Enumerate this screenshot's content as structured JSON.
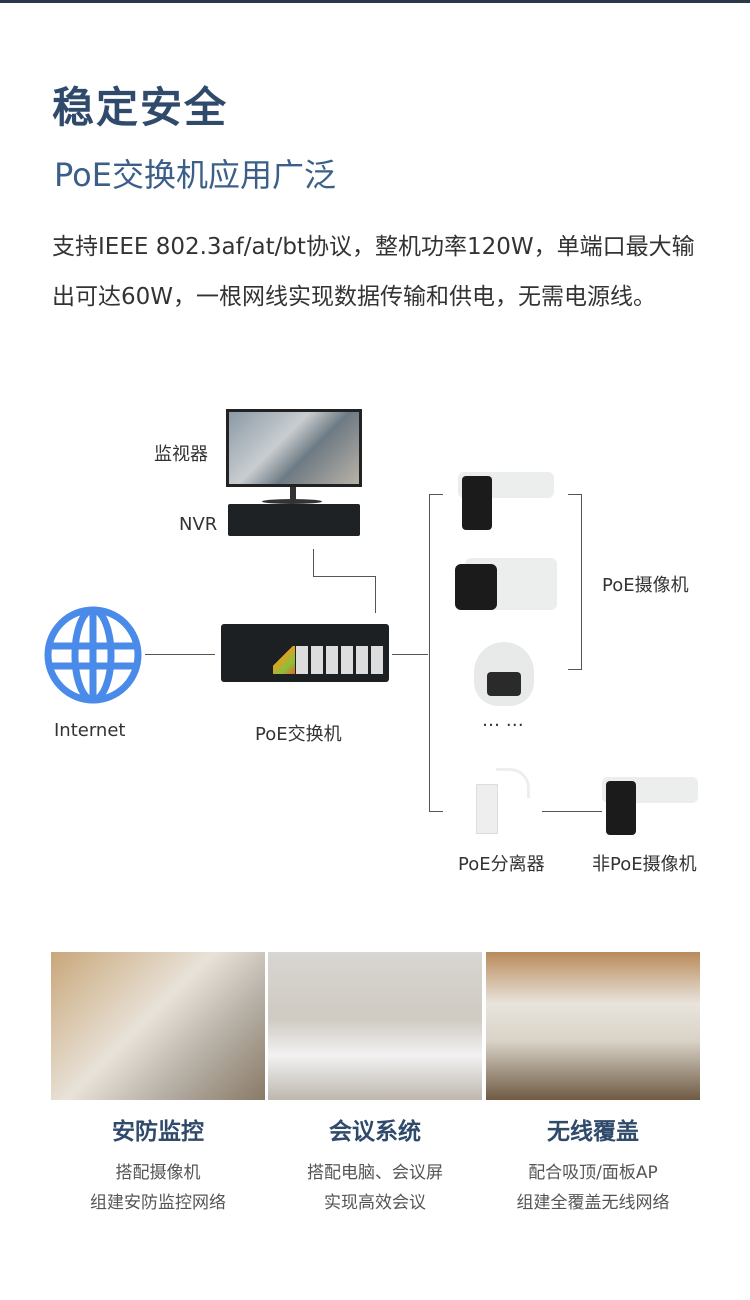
{
  "header": {
    "title": "稳定安全",
    "subtitle": "PoE交换机应用广泛"
  },
  "description": "支持IEEE 802.3af/at/bt协议，整机功率120W，单端口最大输出可达60W，一根网线实现数据传输和供电，无需电源线。",
  "diagram": {
    "monitor": "监视器",
    "nvr": "NVR",
    "internet": "Internet",
    "switch": "PoE交换机",
    "poe_cameras": "PoE摄像机",
    "ellipsis": "…  …",
    "splitter": "PoE分离器",
    "non_poe_camera": "非PoE摄像机"
  },
  "applications": [
    {
      "title": "安防监控",
      "line1": "搭配摄像机",
      "line2": "组建安防监控网络"
    },
    {
      "title": "会议系统",
      "line1": "搭配电脑、会议屏",
      "line2": "实现高效会议"
    },
    {
      "title": "无线覆盖",
      "line1": "配合吸顶/面板AP",
      "line2": "组建全覆盖无线网络"
    }
  ],
  "colors": {
    "title": "#2f4a6b",
    "globe": "#4a8bea"
  }
}
